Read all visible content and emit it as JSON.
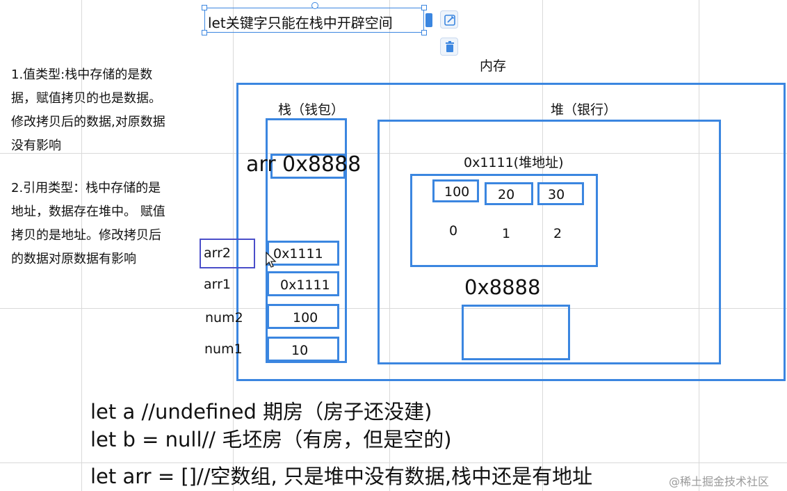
{
  "title_box": {
    "text": "let关键字只能在栈中开辟空间"
  },
  "toolbar": {
    "edit_icon": "edit-icon",
    "delete_icon": "trash-icon"
  },
  "memory": {
    "label": "内存",
    "stack": {
      "label": "栈（钱包）",
      "arr_note": "arr 0x8888",
      "rows": [
        {
          "name": "arr2",
          "value": "0x1111"
        },
        {
          "name": "arr1",
          "value": "0x1111"
        },
        {
          "name": "num2",
          "value": "100"
        },
        {
          "name": "num1",
          "value": "10"
        }
      ]
    },
    "heap": {
      "label": "堆（银行）",
      "array_address": "0x1111(堆地址)",
      "values": [
        "100",
        "20",
        "30"
      ],
      "indices": [
        "0",
        "1",
        "2"
      ],
      "second_address": "0x8888"
    }
  },
  "notes": {
    "value_type": [
      "1.值类型:栈中存储的是数",
      "据，赋值拷贝的也是数据。",
      "修改拷贝后的数据,对原数据",
      "没有影响"
    ],
    "reference_type": [
      "2.引用类型：栈中存储的是",
      "地址，数据存在堆中。 赋值",
      "拷贝的是地址。修改拷贝后",
      "的数据对原数据有影响"
    ]
  },
  "code_lines": [
    "let a  //undefined 期房（房子还没建)",
    "let b = null// 毛坯房（有房，但是空的)",
    "let arr = []//空数组, 只是堆中没有数据,栈中还是有地址"
  ],
  "watermark": "@稀土掘金技术社区"
}
